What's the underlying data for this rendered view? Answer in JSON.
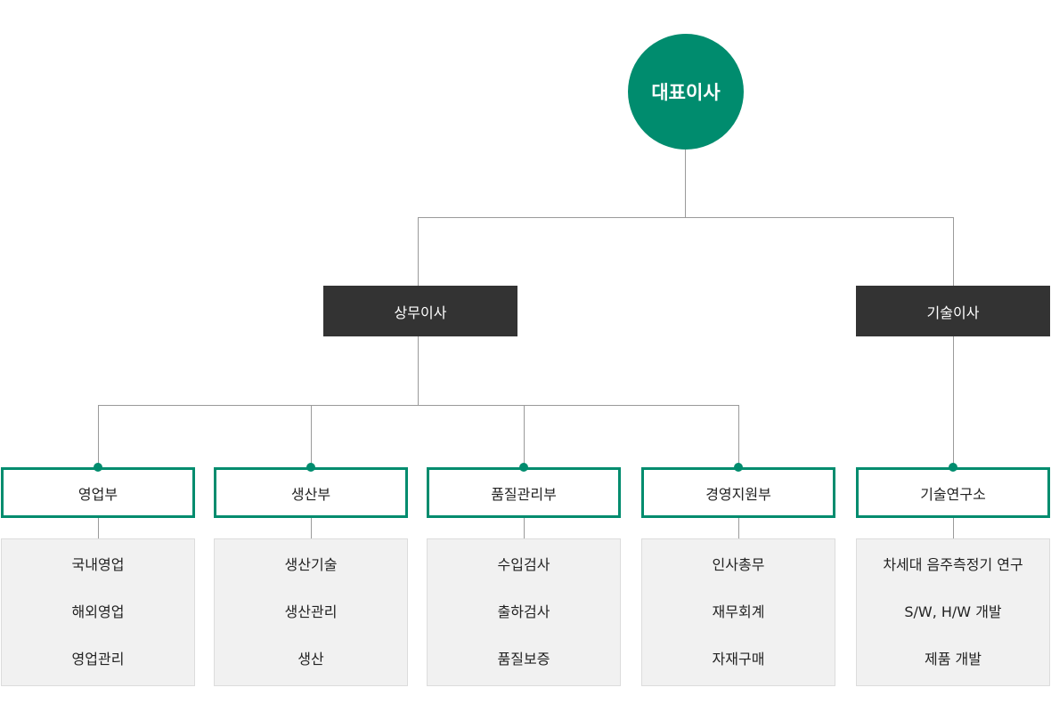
{
  "colors": {
    "accent": "#008c6e",
    "director": "#333333",
    "line": "#9a9a9a",
    "sub_bg": "#f1f1f1"
  },
  "ceo": {
    "label": "대표이사"
  },
  "directors": [
    {
      "label": "상무이사"
    },
    {
      "label": "기술이사"
    }
  ],
  "departments": [
    {
      "label": "영업부",
      "items": [
        "국내영업",
        "해외영업",
        "영업관리"
      ]
    },
    {
      "label": "생산부",
      "items": [
        "생산기술",
        "생산관리",
        "생산"
      ]
    },
    {
      "label": "품질관리부",
      "items": [
        "수입검사",
        "출하검사",
        "품질보증"
      ]
    },
    {
      "label": "경영지원부",
      "items": [
        "인사총무",
        "재무회계",
        "자재구매"
      ]
    },
    {
      "label": "기술연구소",
      "items": [
        "차세대 음주측정기 연구",
        "S/W, H/W 개발",
        "제품 개발"
      ]
    }
  ]
}
